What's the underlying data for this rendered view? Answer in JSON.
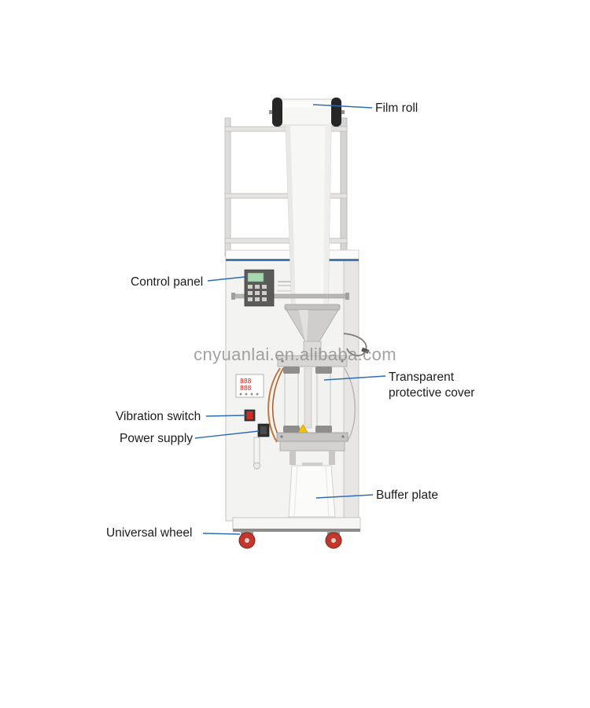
{
  "product_figure": {
    "watermark": "cnyuanlai.en.alibaba.com",
    "labels": {
      "film_roll": "Film roll",
      "control_panel": "Control panel",
      "transparent_protective_cover": "Transparent protective cover",
      "vibration_switch": "Vibration switch",
      "power_supply": "Power supply",
      "buffer_plate": "Buffer plate",
      "universal_wheel": "Universal wheel"
    },
    "display_readout": {
      "row1": "888",
      "row2": "888"
    }
  },
  "colors": {
    "label_text": "#1c1c1c",
    "leader_line": "#2f6db3",
    "accent_blue": "#2d6db0",
    "wheel_red": "#c2362b",
    "display_red": "#e0201c",
    "warning_yellow": "#f4c400",
    "watermark_gray": "#8a8a8a"
  }
}
